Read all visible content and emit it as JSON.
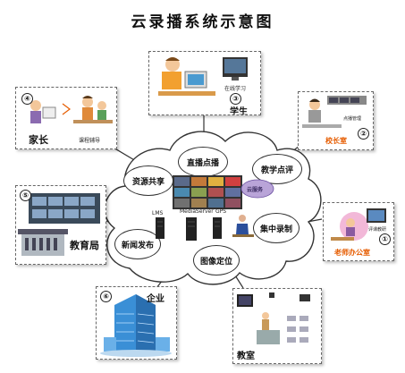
{
  "title": "云录播系统示意图",
  "center": {
    "nodes": [
      "资源共享",
      "直播点播",
      "教学点评",
      "集中录制",
      "图像定位",
      "新闻发布"
    ],
    "cloud_badge": "云服务",
    "servers": [
      "LMS",
      "MediaServer",
      "GPS"
    ]
  },
  "panels": {
    "student": {
      "num": "③",
      "label": "学生",
      "caption": "在线学习"
    },
    "principal": {
      "num": "②",
      "label": "校长室",
      "caption": "点播管理"
    },
    "parent": {
      "num": "④",
      "label": "家长",
      "caption": "课程辅导"
    },
    "edu_bureau": {
      "num": "⑤",
      "label": "教育局"
    },
    "teacher_office": {
      "num": "①",
      "label": "老师办公室",
      "caption": "评课教研"
    },
    "company": {
      "num": "⑥",
      "label": "企业"
    },
    "classroom": {
      "label": "教室"
    }
  },
  "colors": {
    "accent_orange": "#e65c00",
    "cloud_line": "#333333",
    "building_blue": "#3a8fd6"
  }
}
